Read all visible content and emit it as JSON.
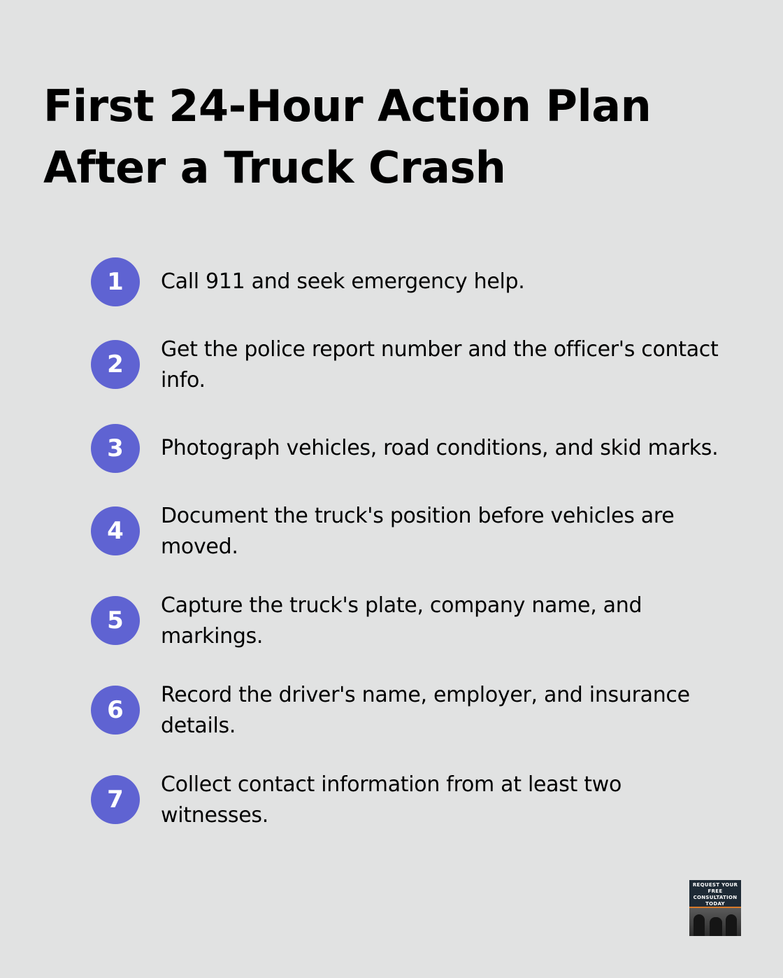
{
  "title": "First 24-Hour Action Plan After a Truck Crash",
  "accent_color": "#5f63d2",
  "steps": [
    {
      "number": "1",
      "text": "Call 911 and seek emergency help."
    },
    {
      "number": "2",
      "text": "Get the police report number and the officer's contact info."
    },
    {
      "number": "3",
      "text": "Photograph vehicles, road conditions, and skid marks."
    },
    {
      "number": "4",
      "text": "Document the truck's position before vehicles are moved."
    },
    {
      "number": "5",
      "text": "Capture the truck's plate, company name, and markings."
    },
    {
      "number": "6",
      "text": "Record the driver's name, employer, and insurance details."
    },
    {
      "number": "7",
      "text": "Collect contact information from at least two witnesses."
    }
  ],
  "cta": {
    "text": "REQUEST YOUR FREE CONSULTATION TODAY"
  }
}
